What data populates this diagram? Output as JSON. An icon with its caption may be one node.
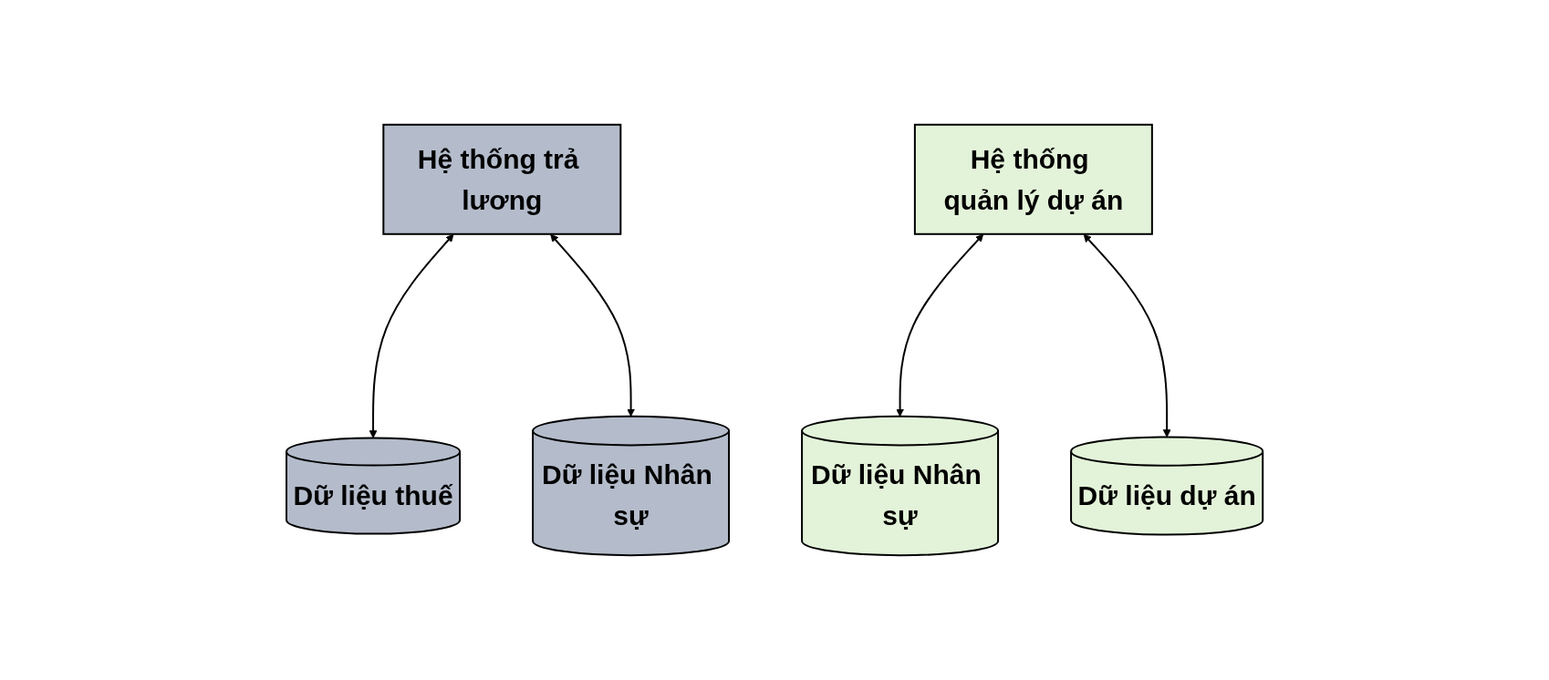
{
  "diagram": {
    "nodes": [
      {
        "text": [
          "Hệ thống trả lương"
        ]
      },
      {
        "text": [
          "Hệ thống quản lý dự án"
        ]
      },
      {
        "text": [
          "Dữ liệu thuế"
        ]
      },
      {
        "text": [
          "Dữ liệu Nhân sự"
        ]
      },
      {
        "text": [
          "Dữ liệu Nhân sự"
        ]
      },
      {
        "text": [
          "Dữ liệu dự án"
        ]
      }
    ],
    "edges": [
      {
        "from": 0,
        "to": 2,
        "arrow": "both"
      },
      {
        "from": 0,
        "to": 3,
        "arrow": "both"
      },
      {
        "from": 1,
        "to": 4,
        "arrow": "both"
      },
      {
        "from": 1,
        "to": 5,
        "arrow": "both"
      }
    ]
  }
}
